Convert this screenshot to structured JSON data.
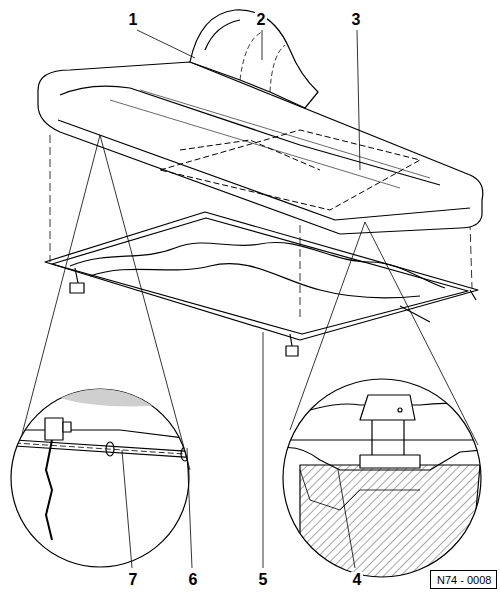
{
  "diagram": {
    "nodes": [
      {
        "text": [
          "N74 - 0008"
        ]
      }
    ],
    "edges": [],
    "labels": [
      "1",
      "2",
      "3",
      "4",
      "5",
      "6",
      "7"
    ]
  }
}
